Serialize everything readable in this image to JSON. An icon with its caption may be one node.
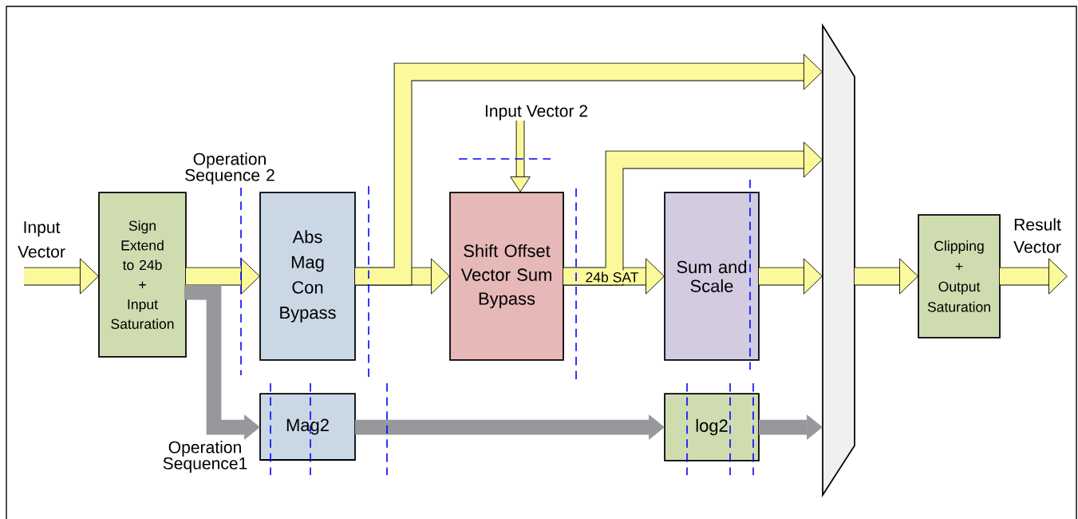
{
  "diagram": {
    "nodes": [
      {
        "text": [
          "Sign Extend to 24b",
          "+",
          "Input Saturation"
        ]
      },
      {
        "text": [
          "Abs Mag Con Bypass"
        ]
      },
      {
        "text": [
          "Mag2"
        ]
      },
      {
        "text": [
          "Input Vector 2"
        ]
      },
      {
        "text": [
          "Shift Offset Vector Sum Bypass"
        ]
      },
      {
        "text": [
          "Sum and Scale"
        ]
      },
      {
        "text": [
          "log2"
        ]
      },
      {
        "text": [],
        "shape": "trapezoid"
      },
      {
        "text": [
          "Clipping",
          "+",
          "Output Saturation"
        ]
      }
    ],
    "edges": [
      {
        "from": null,
        "to": 0,
        "arrow": "to"
      },
      {
        "from": 0,
        "to": 1,
        "arrow": "to"
      },
      {
        "from": 0,
        "to": 2,
        "arrow": "to",
        "color": "#97989c"
      },
      {
        "from": 1,
        "to": 4,
        "arrow": "to"
      },
      {
        "from": 1,
        "to": 7,
        "arrow": "to"
      },
      {
        "from": 3,
        "to": 4,
        "arrow": "to"
      },
      {
        "from": 4,
        "to": 5,
        "arrow": "to",
        "label": "24b SAT"
      },
      {
        "from": 4,
        "to": 7,
        "arrow": "to"
      },
      {
        "from": 5,
        "to": 7,
        "arrow": "to"
      },
      {
        "from": 2,
        "to": 6,
        "arrow": "to",
        "color": "#97989c"
      },
      {
        "from": 6,
        "to": 7,
        "arrow": "to",
        "color": "#97989c"
      },
      {
        "from": 7,
        "to": 8,
        "arrow": "to"
      },
      {
        "from": 8,
        "to": null,
        "arrow": "to"
      }
    ],
    "labels": [
      "Input Vector",
      "Operation Sequence 2",
      "Operation Sequence1",
      "Result Vector"
    ]
  }
}
